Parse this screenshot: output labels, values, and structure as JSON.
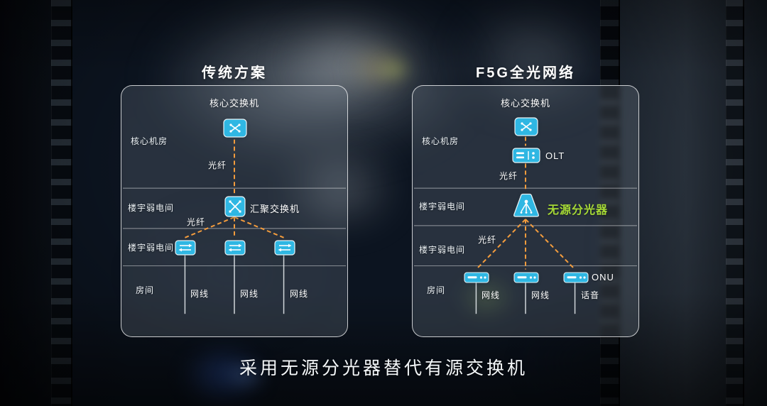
{
  "caption": "采用无源分光器替代有源交换机",
  "colors": {
    "device": "#2fb7e3",
    "fiber": "#f59d3d",
    "green": "#a6d936"
  },
  "left_panel": {
    "title": "传统方案",
    "rooms": [
      "核心机房",
      "楼宇弱电间",
      "楼宇弱电间",
      "房间"
    ],
    "core_switch": "核心交换机",
    "fiber1": "光纤",
    "agg_switch": "汇聚交换机",
    "fiber2": "光纤",
    "cables": [
      "网线",
      "网线",
      "网线"
    ]
  },
  "right_panel": {
    "title": "F5G全光网络",
    "rooms": [
      "核心机房",
      "楼宇弱电间",
      "楼宇弱电间",
      "房间"
    ],
    "core_switch": "核心交换机",
    "olt": "OLT",
    "fiber1": "光纤",
    "splitter": "无源分光器",
    "fiber2": "光纤",
    "onu": "ONU",
    "cables": [
      "网线",
      "网线",
      "话音"
    ]
  }
}
